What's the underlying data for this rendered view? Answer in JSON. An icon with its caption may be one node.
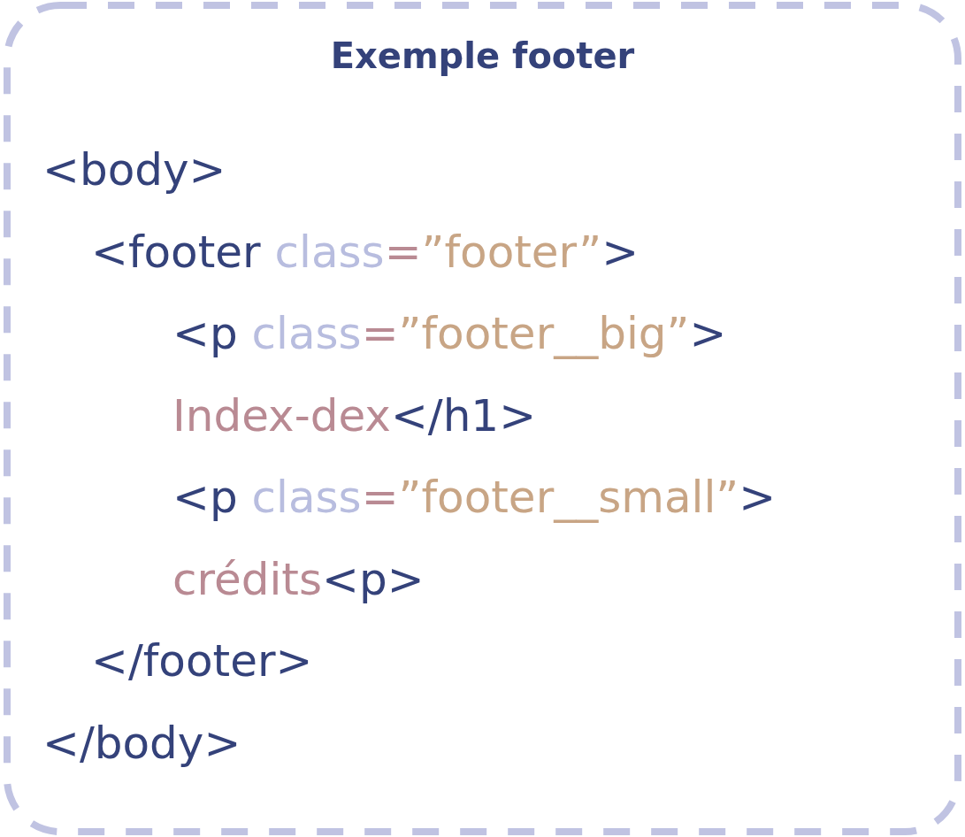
{
  "diagram": {
    "title": "Exemple footer",
    "labels": [
      "<body>",
      "<footer class=”footer”>",
      "<p class=”footer__big”>",
      "Index-dex</h1>",
      "<p class=”footer__small”>",
      "crédits<p>",
      "</footer>",
      "</body>"
    ]
  }
}
